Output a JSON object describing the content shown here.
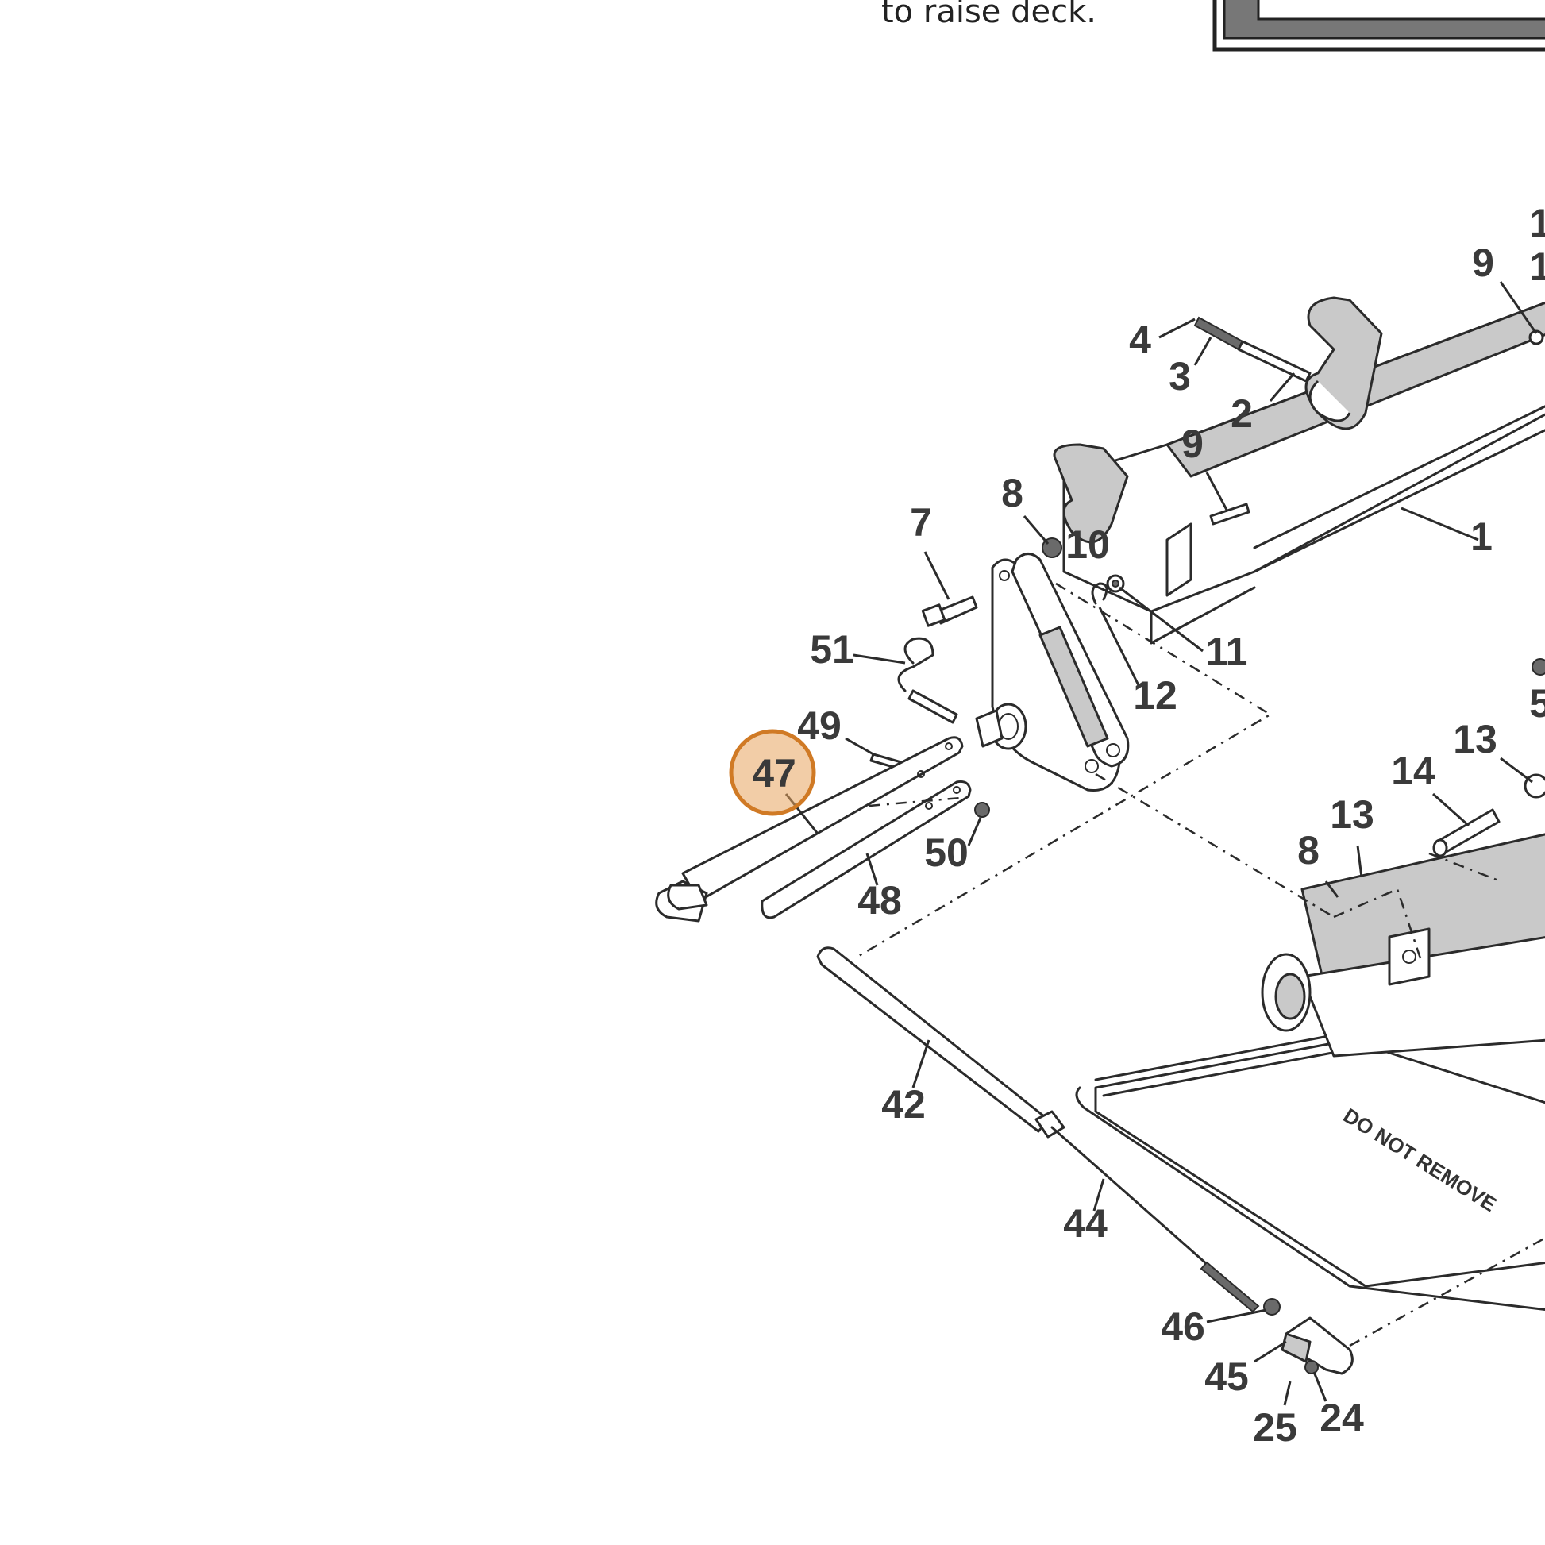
{
  "caption": {
    "text": "to raise deck."
  },
  "labels": [
    {
      "id": "1",
      "text": "1"
    },
    {
      "id": "2",
      "text": "2"
    },
    {
      "id": "3",
      "text": "3"
    },
    {
      "id": "4",
      "text": "4"
    },
    {
      "id": "7",
      "text": "7"
    },
    {
      "id": "8a",
      "text": "8"
    },
    {
      "id": "8b",
      "text": "8"
    },
    {
      "id": "9a",
      "text": "9"
    },
    {
      "id": "9b",
      "text": "9"
    },
    {
      "id": "10",
      "text": "10"
    },
    {
      "id": "11",
      "text": "11"
    },
    {
      "id": "12",
      "text": "12"
    },
    {
      "id": "13a",
      "text": "13"
    },
    {
      "id": "13b",
      "text": "13"
    },
    {
      "id": "14",
      "text": "14"
    },
    {
      "id": "24",
      "text": "24"
    },
    {
      "id": "25",
      "text": "25"
    },
    {
      "id": "42",
      "text": "42"
    },
    {
      "id": "44",
      "text": "44"
    },
    {
      "id": "45",
      "text": "45"
    },
    {
      "id": "46",
      "text": "46"
    },
    {
      "id": "47",
      "text": "47"
    },
    {
      "id": "48",
      "text": "48"
    },
    {
      "id": "49",
      "text": "49"
    },
    {
      "id": "50",
      "text": "50"
    },
    {
      "id": "51",
      "text": "51"
    },
    {
      "id": "edge1",
      "text": "1"
    },
    {
      "id": "edge2",
      "text": "1"
    },
    {
      "id": "edge5",
      "text": "5"
    }
  ],
  "highlight": {
    "selected_part": "47",
    "color": "#e8a45e"
  },
  "decal_text": "DO NOT REMOVE"
}
